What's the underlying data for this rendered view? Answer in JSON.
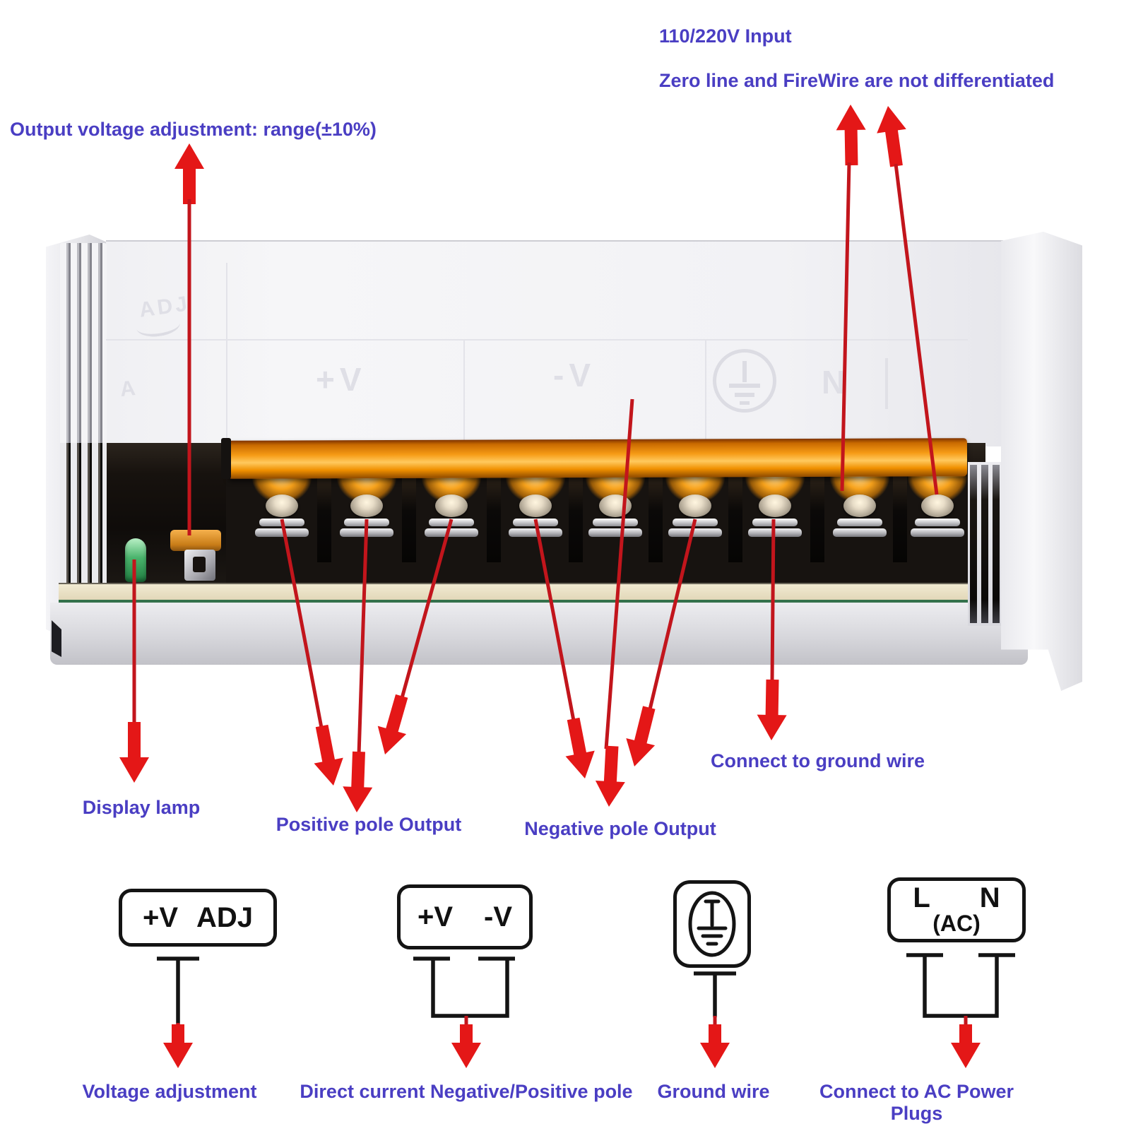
{
  "annotations": {
    "input_line1": "110/220V Input",
    "input_line2": "Zero line and  FireWire are not differentiated",
    "output_adjustment": "Output voltage adjustment: range(±10%)",
    "display_lamp": "Display lamp",
    "positive_output": "Positive pole Output",
    "negative_output": "Negative pole Output",
    "connect_ground": "Connect to ground wire"
  },
  "device": {
    "terminals": 9,
    "embossed_adj": "ADJ",
    "embossed_a": "A",
    "embossed_pv": "+V",
    "embossed_nv": "-V",
    "embossed_n": "N"
  },
  "legend": {
    "box1": {
      "symbols": [
        "+V",
        "ADJ"
      ],
      "label": "Voltage adjustment"
    },
    "box2": {
      "symbols": [
        "+V",
        "-V"
      ],
      "label": "Direct current Negative/Positive pole"
    },
    "box3": {
      "symbol": "protective-earth",
      "label": "Ground wire"
    },
    "box4": {
      "line1_left": "L",
      "line1_right": "N",
      "line2": "(AC)",
      "label": "Connect to AC Power Plugs"
    }
  },
  "colors": {
    "label_text": "#4a3ec3",
    "arrow_red": "#e41717",
    "line_red": "#c2151c",
    "box_border": "#141414",
    "cover_orange": "#f69b15",
    "led_green": "#49b36b"
  }
}
